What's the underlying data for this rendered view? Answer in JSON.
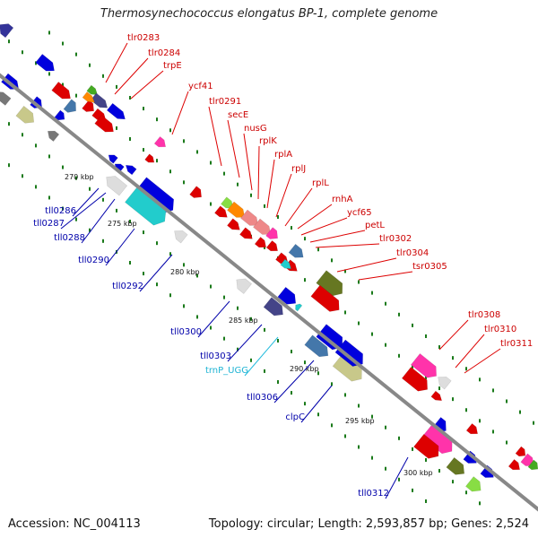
{
  "title": "Thermosynechococcus elongatus BP-1, complete genome",
  "footer": {
    "accession": "Accession: NC_004113",
    "topology": "Topology: circular; Length: 2,593,857 bp; Genes: 2,524"
  },
  "colors": {
    "forward_label": "#cc0000",
    "reverse_label": "#0000aa",
    "trna_label": "#1fb4d4",
    "backbone": "#888888",
    "tick": "#1a7a1a"
  },
  "scale_ticks": [
    "270 kbp",
    "275 kbp",
    "280 kbp",
    "285 kbp",
    "290 kbp",
    "295 kbp",
    "300 kbp"
  ],
  "forward_genes": [
    "tlr0283",
    "tlr0284",
    "trpE",
    "ycf41",
    "tlr0291",
    "secE",
    "nusG",
    "rplK",
    "rplA",
    "rplJ",
    "rplL",
    "rnhA",
    "ycf65",
    "petL",
    "tlr0302",
    "tlr0304",
    "tsr0305",
    "tlr0308",
    "tlr0310",
    "tlr0311"
  ],
  "reverse_genes": [
    "tll0286",
    "tll0287",
    "tll0288",
    "tll0290",
    "tll0292",
    "tll0300",
    "tll0303",
    "tll0306",
    "clpC",
    "tll0312"
  ],
  "trna_genes": [
    "trnP_UGG"
  ]
}
